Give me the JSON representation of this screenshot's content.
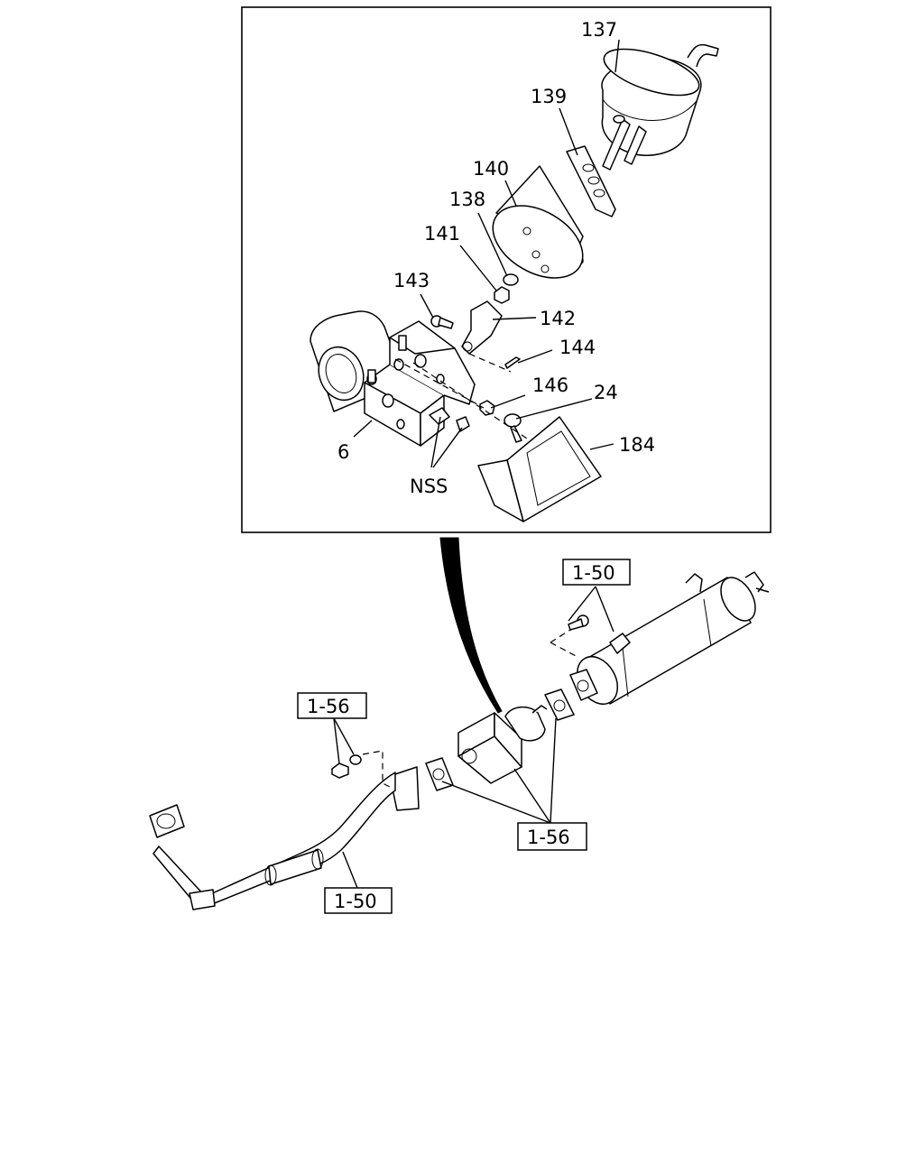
{
  "callouts": {
    "c137": "137",
    "c139": "139",
    "c140": "140",
    "c138": "138",
    "c141": "141",
    "c143": "143",
    "c142": "142",
    "c144": "144",
    "c146": "146",
    "c24": "24",
    "c6": "6",
    "c184": "184",
    "nss": "NSS"
  },
  "references": {
    "ref_top_right": "1-50",
    "ref_left": "1-56",
    "ref_bottom_center": "1-56",
    "ref_bottom_left": "1-50"
  }
}
